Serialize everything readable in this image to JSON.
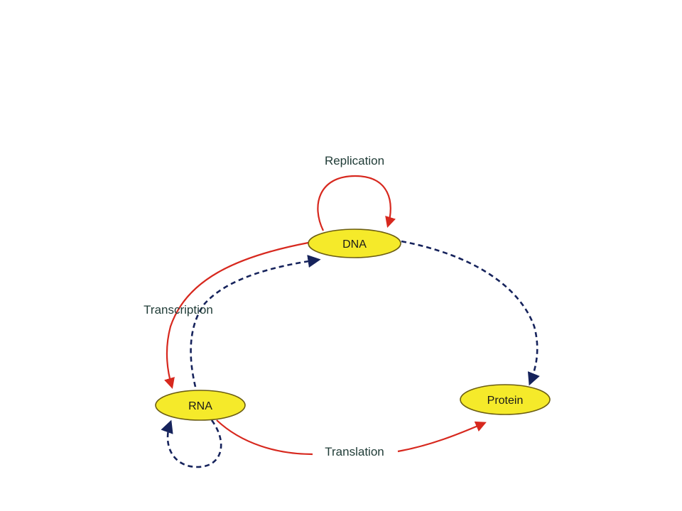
{
  "colors": {
    "node_fill": "#f5ea2a",
    "node_stroke": "#6b5d12",
    "solid_arrow": "#d7281e",
    "dashed_arrow": "#16235c",
    "label_text": "#1f3b36"
  },
  "nodes": {
    "dna": {
      "label": "DNA"
    },
    "rna": {
      "label": "RNA"
    },
    "protein": {
      "label": "Protein"
    }
  },
  "edges": {
    "replication": {
      "label": "Replication",
      "style": "solid"
    },
    "transcription": {
      "label": "Transcription",
      "style": "solid"
    },
    "translation": {
      "label": "Translation",
      "style": "solid"
    },
    "reverse_transcription": {
      "style": "dashed"
    },
    "rna_replication": {
      "style": "dashed"
    },
    "dna_to_protein": {
      "style": "dashed"
    }
  }
}
